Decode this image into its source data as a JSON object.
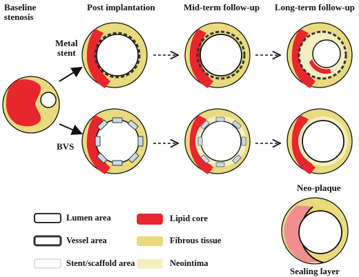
{
  "headers": {
    "baseline": "Baseline\nstenosis",
    "post": "Post implantation",
    "mid": "Mid-term follow-up",
    "long": "Long-term follow-up"
  },
  "rows": {
    "metal": "Metal\nstent",
    "bvs": "BVS"
  },
  "captions": {
    "neo": "Neo-plaque",
    "sealing": "Sealing layer"
  },
  "legend": {
    "lumen": "Lumen area",
    "vessel": "Vessel area",
    "scaffold": "Stent/scaffold area",
    "lipid": "Lipid core",
    "fibrous": "Fibrous tissue",
    "neointima": "Neointima"
  },
  "colors": {
    "fibrous": "#e9da7e",
    "lipid": "#e8262d",
    "neointima": "#f4efc1",
    "scaffold": "#c8dde8",
    "sealing": "#ef8f8f",
    "outline": "#111111"
  }
}
